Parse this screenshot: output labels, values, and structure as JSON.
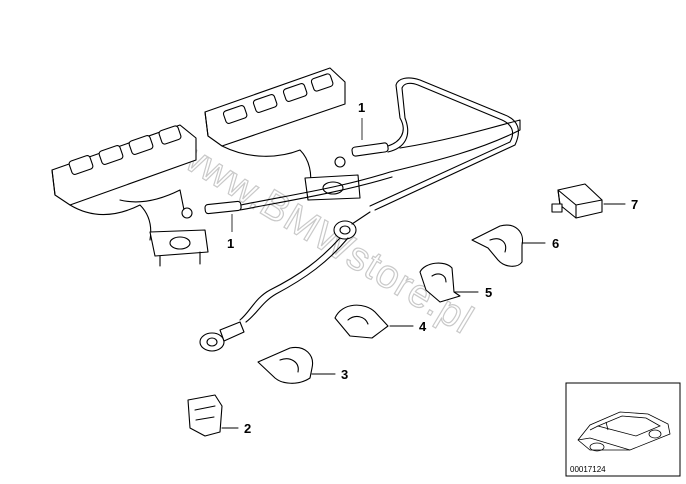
{
  "callouts": [
    {
      "id": "p1a",
      "label": "1"
    },
    {
      "id": "p1b",
      "label": "1"
    },
    {
      "id": "p2",
      "label": "2"
    },
    {
      "id": "p3",
      "label": "3"
    },
    {
      "id": "p4",
      "label": "4"
    },
    {
      "id": "p5",
      "label": "5"
    },
    {
      "id": "p6",
      "label": "6"
    },
    {
      "id": "p7",
      "label": "7"
    }
  ],
  "watermark": "www.BMWstore.pl",
  "reference_number": "00017124"
}
